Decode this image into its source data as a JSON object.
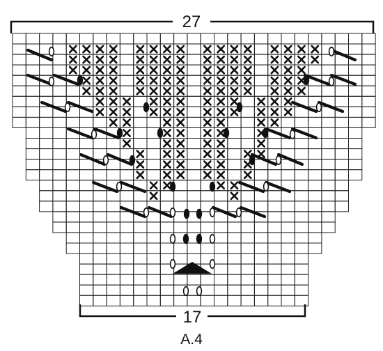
{
  "diagram": {
    "top_stitch_count": "27",
    "bottom_stitch_count": "17",
    "chart_name": "A.4"
  },
  "legend_symbols": {
    "cross": "x-cross-icon",
    "filled_oval": "filled-oval-icon",
    "open_oval": "open-oval-icon",
    "cable_bar": "cable-bar-icon",
    "triangle": "triangle-icon"
  },
  "colors": {
    "ink": "#111111",
    "grid": "#222222",
    "background": "#ffffff"
  }
}
